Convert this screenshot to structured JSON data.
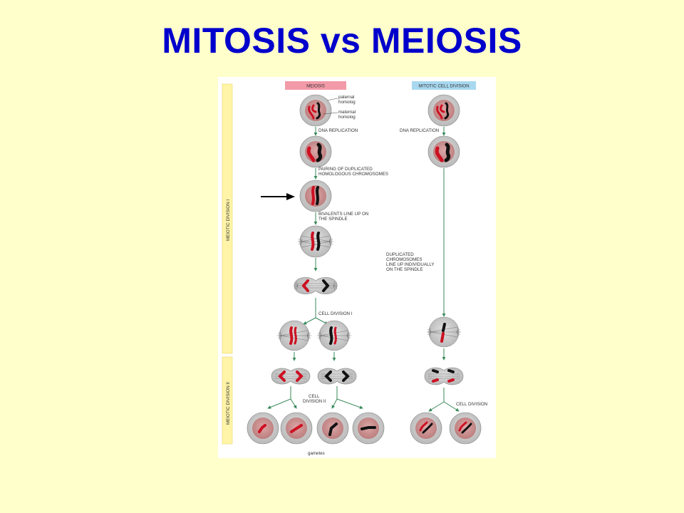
{
  "title": "MITOSIS vs MEIOSIS",
  "colors": {
    "background": "#ffffcc",
    "title": "#0000cc",
    "maternal_chromosome": "#cc1122",
    "paternal_chromosome": "#111111",
    "cell_fill": "#cccccc",
    "nucleus_fill": "#cc8e8e",
    "meiosis_header": "#f29aa8",
    "mitosis_header": "#a8d8f0",
    "side_bar": "#fff4a8"
  },
  "figure": {
    "meiosis_header": "MEIOSIS",
    "mitosis_header": "MITOTIC CELL DIVISION",
    "side_label_1": "MEIOTIC DIVISION I",
    "side_label_2": "MEIOTIC DIVISION II",
    "paternal_label": [
      "paternal",
      "homolog"
    ],
    "maternal_label": [
      "maternal",
      "homolog"
    ],
    "dna_replication_meiosis": "DNA REPLICATION",
    "dna_replication_mitosis": "DNA REPLICATION",
    "pairing_label": [
      "PAIRING OF DUPLICATED",
      "HOMOLOGOUS CHROMOSOMES"
    ],
    "bivalents_label": [
      "BIVALENTS LINE UP ON",
      "THE SPINDLE"
    ],
    "duplicated_label": [
      "DUPLICATED",
      "CHROMOSOMES",
      "LINE UP INDIVIDUALLY",
      "ON THE SPINDLE"
    ],
    "cell_division_1": "CELL DIVISION I",
    "cell_division_2": [
      "CELL",
      "DIVISION II"
    ],
    "cell_division_mitosis": "CELL DIVISION",
    "gametes": "gametes"
  }
}
